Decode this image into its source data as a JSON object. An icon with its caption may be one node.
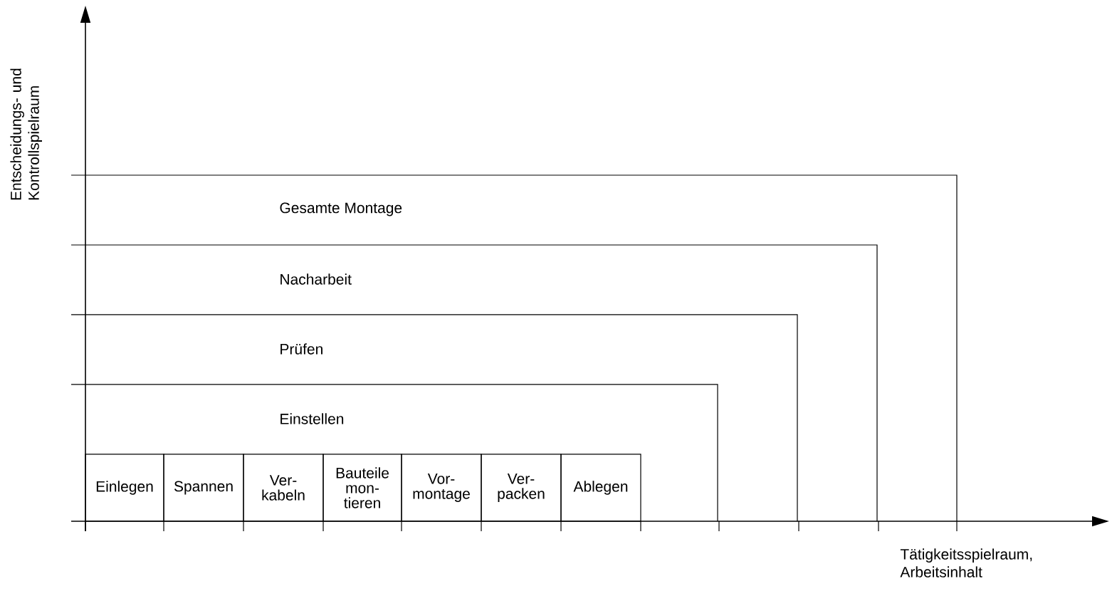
{
  "diagram": {
    "nodes": [
      {
        "text": [
          "Gesamte Montage"
        ]
      },
      {
        "text": [
          "Nacharbeit"
        ],
        "in": 0
      },
      {
        "text": [
          "Prüfen"
        ],
        "in": 1
      },
      {
        "text": [
          "Einstellen"
        ],
        "in": 2
      },
      {
        "text": [
          "Einlegen"
        ],
        "in": 3
      },
      {
        "text": [
          "Spannen"
        ],
        "in": 3
      },
      {
        "text": [
          "Ver-kabeln"
        ],
        "in": 3
      },
      {
        "text": [
          "Bauteile mon-tieren"
        ],
        "in": 3
      },
      {
        "text": [
          "Vor-montage"
        ],
        "in": 3
      },
      {
        "text": [
          "Ver-packen"
        ],
        "in": 3
      },
      {
        "text": [
          "Ablegen"
        ],
        "in": 3
      }
    ],
    "labels": [
      "Entscheidungs- und Kontrollspielraum",
      "Tätigkeitsspielraum, Arbeitsinhalt"
    ]
  }
}
